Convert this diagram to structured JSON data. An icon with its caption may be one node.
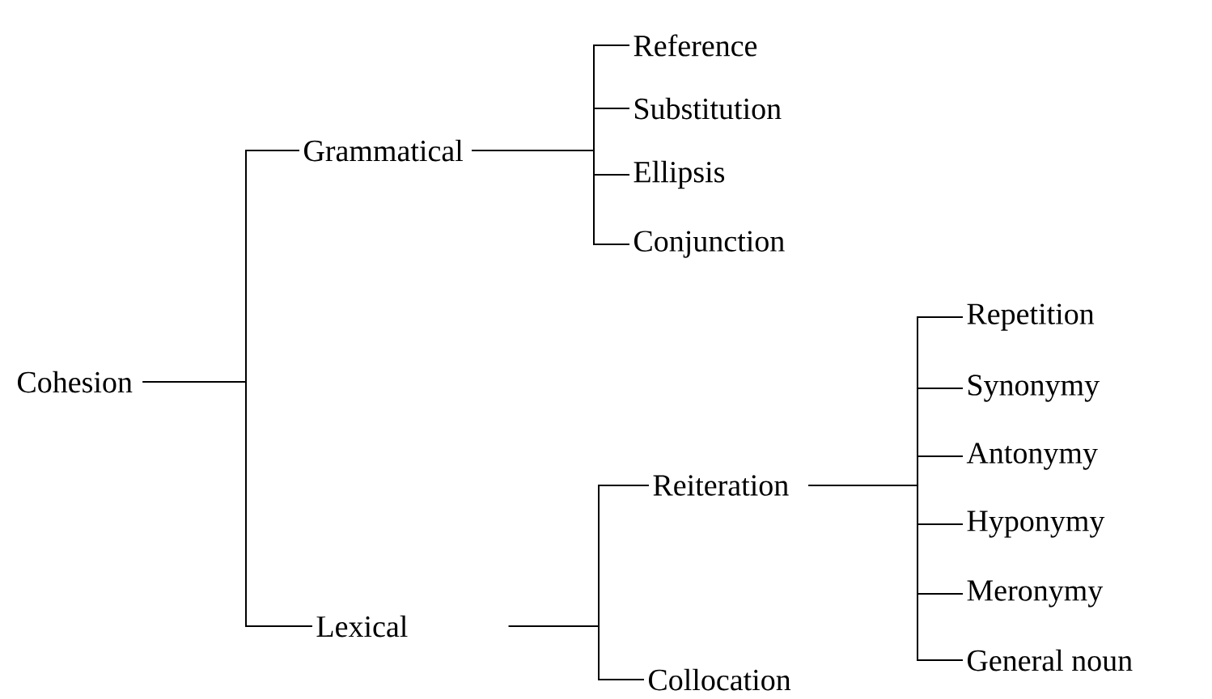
{
  "diagram": {
    "nodes": [
      {
        "text": [
          "Cohesion"
        ]
      },
      {
        "text": [
          "Grammatical"
        ]
      },
      {
        "text": [
          "Lexical"
        ]
      },
      {
        "text": [
          "Reference"
        ]
      },
      {
        "text": [
          "Substitution"
        ]
      },
      {
        "text": [
          "Ellipsis"
        ]
      },
      {
        "text": [
          "Conjunction"
        ]
      },
      {
        "text": [
          "Reiteration"
        ]
      },
      {
        "text": [
          "Collocation"
        ]
      },
      {
        "text": [
          "Repetition"
        ]
      },
      {
        "text": [
          "Synonymy"
        ]
      },
      {
        "text": [
          "Antonymy"
        ]
      },
      {
        "text": [
          "Hyponymy"
        ]
      },
      {
        "text": [
          "Meronymy"
        ]
      },
      {
        "text": [
          "General noun"
        ]
      }
    ],
    "edges": [
      {
        "from": 0,
        "to": 1,
        "arrow": "none"
      },
      {
        "from": 0,
        "to": 2,
        "arrow": "none"
      },
      {
        "from": 1,
        "to": 3,
        "arrow": "none"
      },
      {
        "from": 1,
        "to": 4,
        "arrow": "none"
      },
      {
        "from": 1,
        "to": 5,
        "arrow": "none"
      },
      {
        "from": 1,
        "to": 6,
        "arrow": "none"
      },
      {
        "from": 2,
        "to": 7,
        "arrow": "none"
      },
      {
        "from": 2,
        "to": 8,
        "arrow": "none"
      },
      {
        "from": 7,
        "to": 9,
        "arrow": "none"
      },
      {
        "from": 7,
        "to": 10,
        "arrow": "none"
      },
      {
        "from": 7,
        "to": 11,
        "arrow": "none"
      },
      {
        "from": 7,
        "to": 12,
        "arrow": "none"
      },
      {
        "from": 7,
        "to": 13,
        "arrow": "none"
      },
      {
        "from": 7,
        "to": 14,
        "arrow": "none"
      }
    ]
  }
}
